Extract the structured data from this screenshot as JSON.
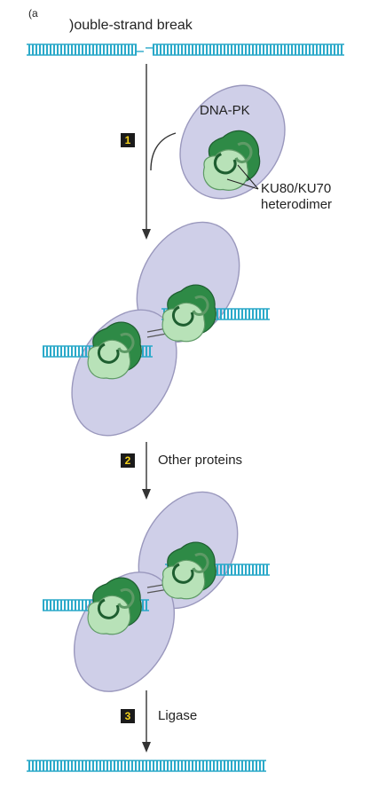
{
  "panel_label": "(a",
  "labels": {
    "top": ")ouble-strand break",
    "dnapk": "DNA-PK",
    "ku_line1": "KU80/KU70",
    "ku_line2": "heterodimer",
    "other": "Other proteins",
    "ligase": "Ligase"
  },
  "steps": [
    "1",
    "2",
    "3"
  ],
  "colors": {
    "dna": "#2aa9c9",
    "dnapk": "#cfcfe8",
    "dnapk_stroke": "#9a98bd",
    "ku_light": "#b8e2b8",
    "ku_dark": "#2e8a46",
    "arrow": "#333333",
    "step_bg": "#1b1b1b",
    "step_fg": "#f4d21a"
  }
}
